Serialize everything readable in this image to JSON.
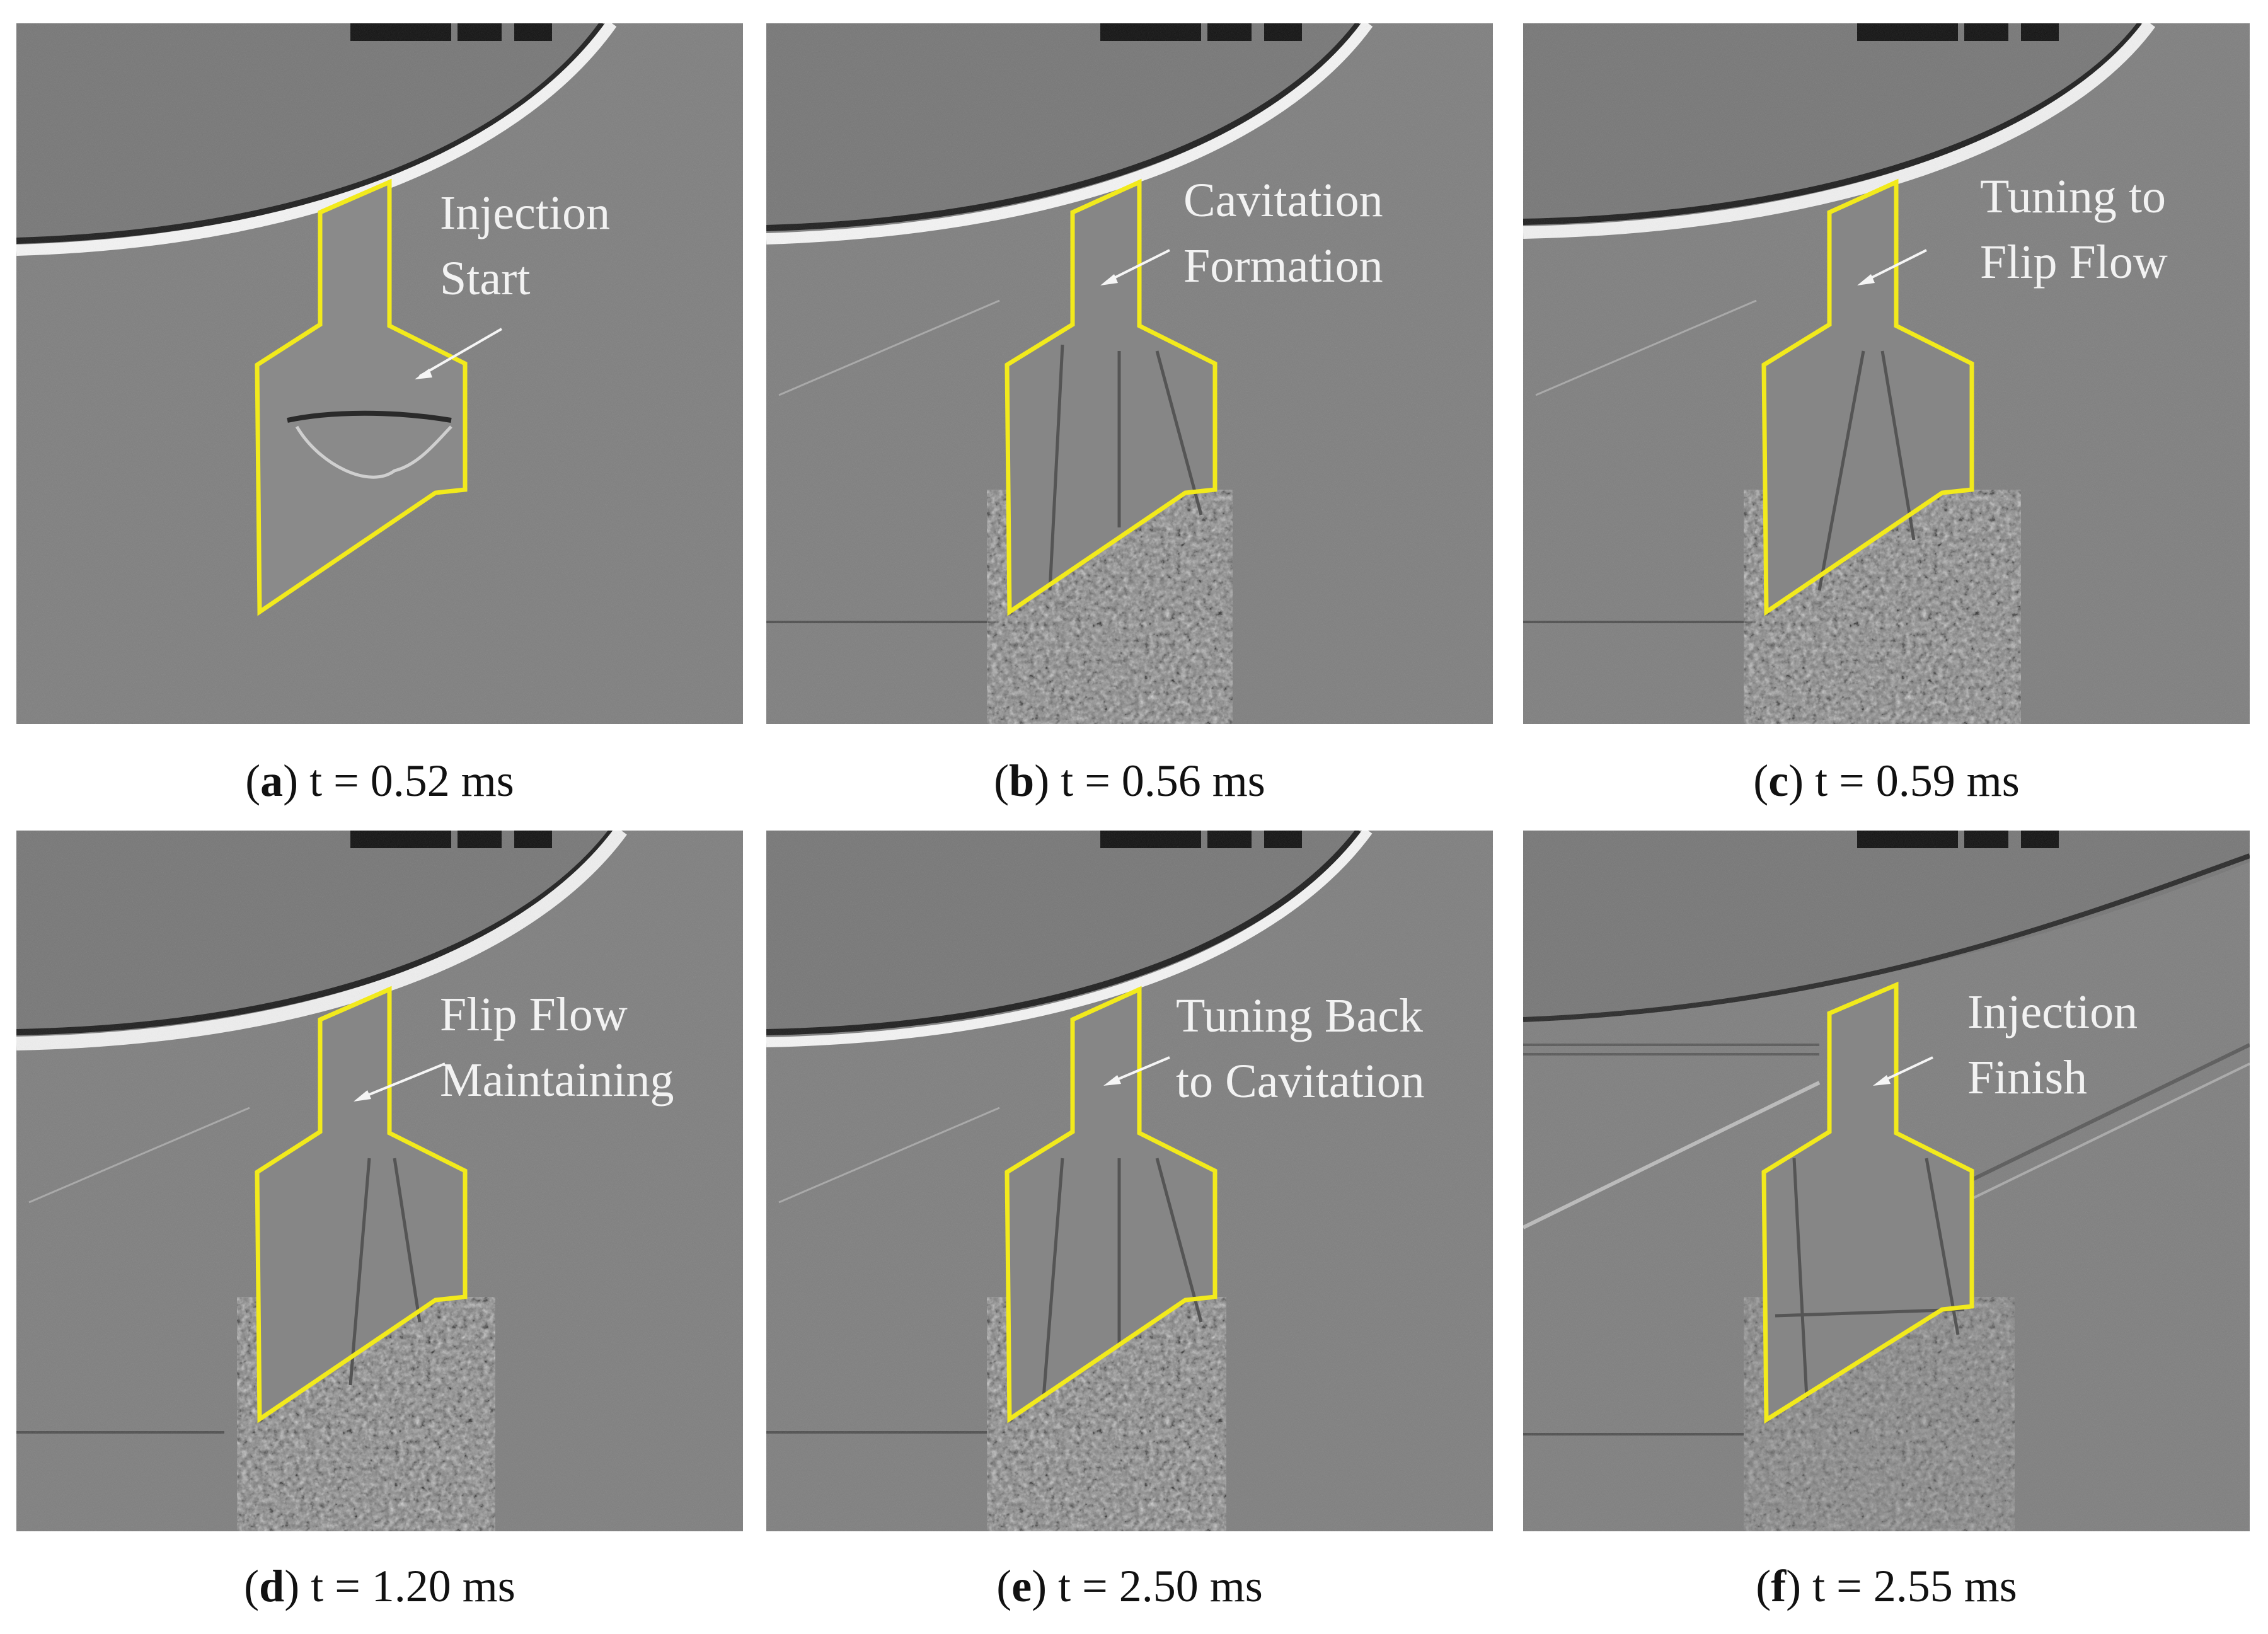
{
  "panels": [
    {
      "letter": "a",
      "time": "t = 0.52 ms",
      "annotation": [
        "Injection",
        "Start"
      ]
    },
    {
      "letter": "b",
      "time": "t = 0.56 ms",
      "annotation": [
        "Cavitation",
        "Formation"
      ]
    },
    {
      "letter": "c",
      "time": "t = 0.59 ms",
      "annotation": [
        "Tuning to",
        "Flip Flow"
      ]
    },
    {
      "letter": "d",
      "time": "t = 1.20 ms",
      "annotation": [
        "Flip Flow",
        "Maintaining"
      ]
    },
    {
      "letter": "e",
      "time": "t = 2.50 ms",
      "annotation": [
        "Tuning Back",
        "to Cavitation"
      ]
    },
    {
      "letter": "f",
      "time": "t = 2.55 ms",
      "annotation": [
        "Injection",
        "Finish"
      ]
    }
  ],
  "colors": {
    "background_gray": "#7f7f7f",
    "outline_yellow": "#f2ea1c",
    "annotation_text": "#f2f2f2",
    "arrow": "#f5f5f5"
  }
}
